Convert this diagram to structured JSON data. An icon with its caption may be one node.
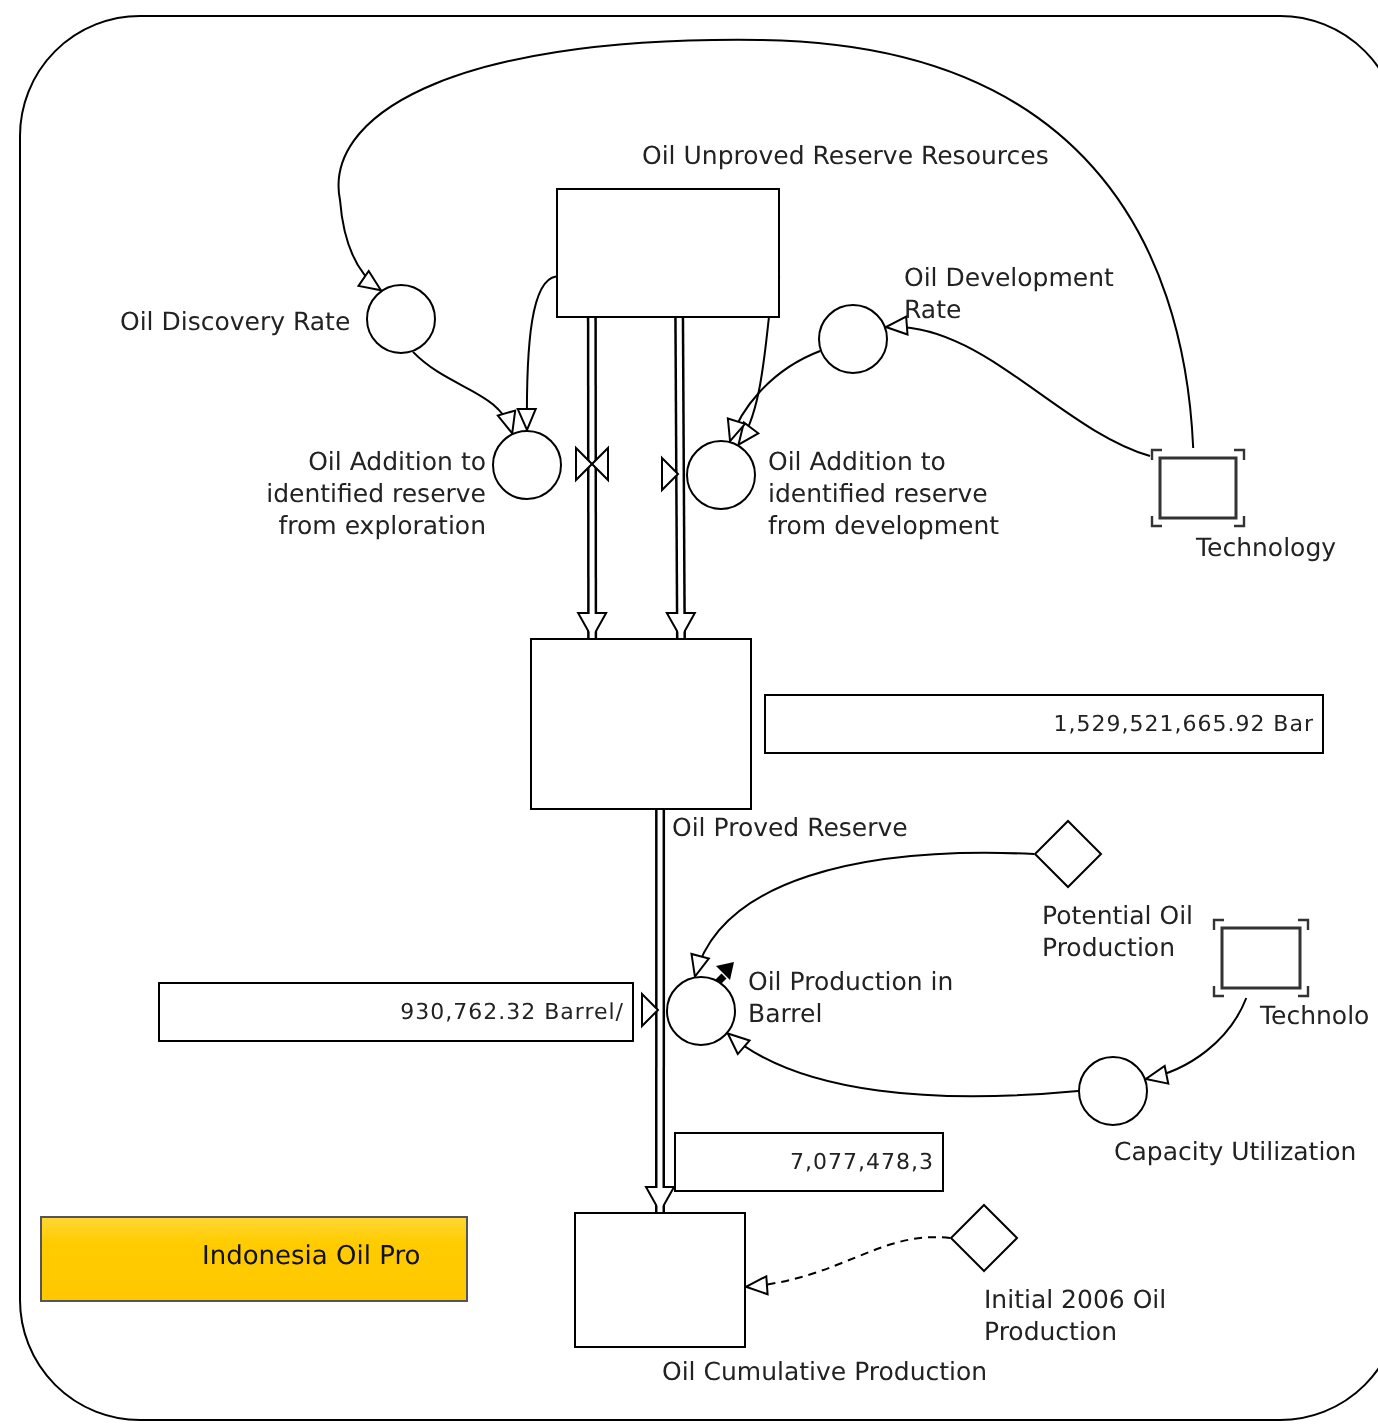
{
  "diagram": {
    "nodes": [
      {
        "text": [
          "Oil Unproved Reserve Resources"
        ]
      },
      {
        "text": [
          "Oil Discovery Rate"
        ]
      },
      {
        "text": [
          "Oil Addition to identified reserve from exploration"
        ]
      },
      {
        "text": [
          "Oil Development Rate"
        ]
      },
      {
        "text": [
          "Oil Addition to identified reserve from development"
        ]
      },
      {
        "text": [
          "Technology"
        ]
      },
      {
        "text": [
          "Oil Proved Reserve"
        ]
      },
      {
        "text": [
          "1,529,521,665.92 Bar"
        ]
      },
      {
        "text": [
          "Potential Oil Production"
        ]
      },
      {
        "text": [
          "Oil Production in Barrel"
        ]
      },
      {
        "text": [
          "930,762.32 Barrel/"
        ]
      },
      {
        "text": [
          "Technolo"
        ]
      },
      {
        "text": [
          "Capacity Utilization"
        ]
      },
      {
        "text": [
          "7,077,478,3"
        ]
      },
      {
        "text": [
          "Oil Cumulative Production"
        ]
      },
      {
        "text": [
          "Initial 2006 Oil Production"
        ]
      },
      {
        "text": [
          "Indonesia Oil Pro"
        ]
      }
    ],
    "edges": [
      {
        "from": 0,
        "to": 6,
        "arrow": "to",
        "style": "thick"
      },
      {
        "from": 0,
        "to": 6,
        "arrow": "to",
        "style": "thick"
      },
      {
        "from": 6,
        "to": 14,
        "arrow": "to",
        "style": "thick"
      },
      {
        "from": 5,
        "to": 1,
        "arrow": "to"
      },
      {
        "from": 1,
        "to": 2,
        "arrow": "to"
      },
      {
        "from": 0,
        "to": 2,
        "arrow": "to"
      },
      {
        "from": 0,
        "to": 4,
        "arrow": "to"
      },
      {
        "from": 3,
        "to": 4,
        "arrow": "to"
      },
      {
        "from": 5,
        "to": 3,
        "arrow": "to"
      },
      {
        "from": 8,
        "to": 9,
        "arrow": "to"
      },
      {
        "from": 12,
        "to": 9,
        "arrow": "to"
      },
      {
        "from": 11,
        "to": 12,
        "arrow": "to"
      },
      {
        "from": 15,
        "to": 14,
        "arrow": "to",
        "style": "dashed"
      }
    ]
  }
}
